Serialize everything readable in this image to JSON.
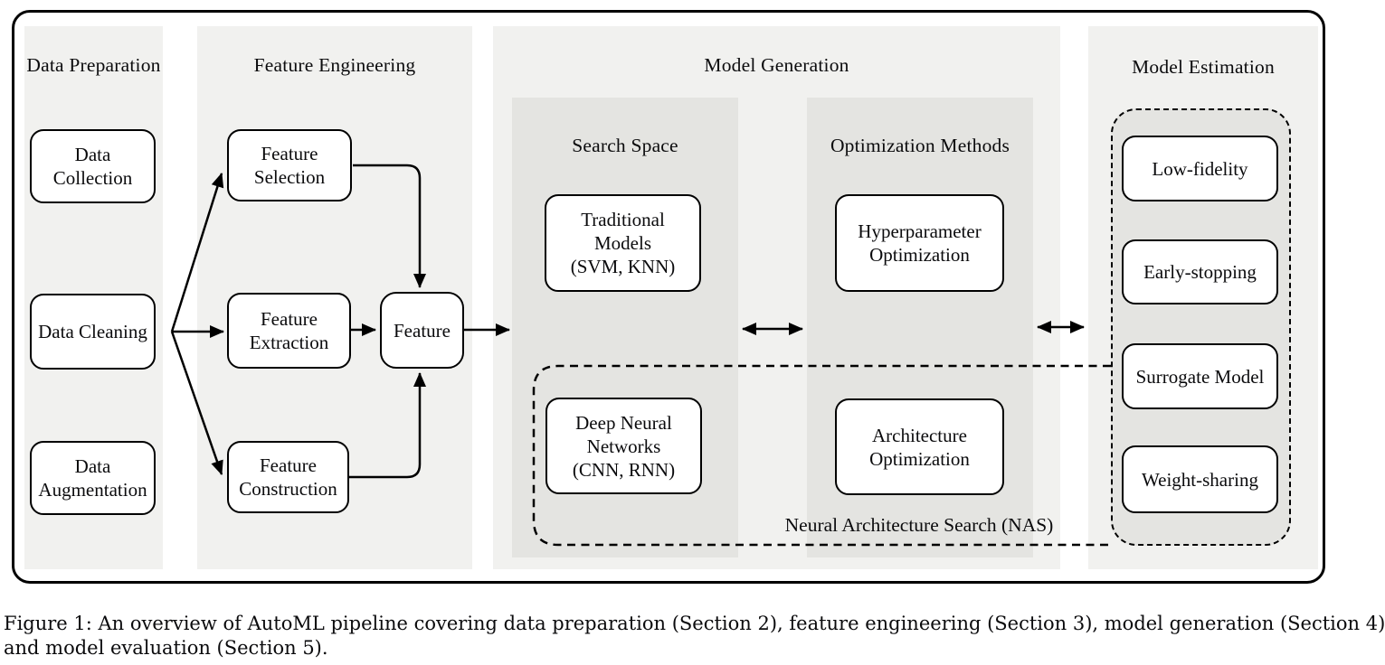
{
  "figure": {
    "caption_line1": "Figure 1: An overview of AutoML pipeline covering data preparation (Section 2), feature engineering (Section 3), model generation (Section 4)",
    "caption_line2": "and model evaluation (Section 5)."
  },
  "panels": {
    "data_preparation": {
      "title": "Data Preparation"
    },
    "feature_engineering": {
      "title": "Feature Engineering"
    },
    "model_generation": {
      "title": "Model Generation"
    },
    "model_estimation": {
      "title": "Model Estimation"
    }
  },
  "subpanels": {
    "search_space": {
      "title": "Search Space"
    },
    "optimization_methods": {
      "title": "Optimization Methods"
    }
  },
  "boxes": {
    "data_collection": "Data\nCollection",
    "data_cleaning": "Data Cleaning",
    "data_augmentation": "Data\nAugmentation",
    "feature_selection": "Feature\nSelection",
    "feature_extraction": "Feature\nExtraction",
    "feature_construction": "Feature\nConstruction",
    "feature": "Feature",
    "traditional_models": "Traditional\nModels\n(SVM, KNN)",
    "deep_neural_networks": "Deep Neural\nNetworks\n(CNN, RNN)",
    "hyperparameter_optimization": "Hyperparameter\nOptimization",
    "architecture_optimization": "Architecture\nOptimization",
    "low_fidelity": "Low-fidelity",
    "early_stopping": "Early-stopping",
    "surrogate_model": "Surrogate Model",
    "weight_sharing": "Weight-sharing"
  },
  "labels": {
    "nas": "Neural Architecture Search (NAS)"
  },
  "colors": {
    "panel_fill": "#f1f1ef",
    "subpanel_fill": "#e4e4e1",
    "box_fill": "#ffffff",
    "line": "#000000",
    "text": "#0b0b0d",
    "background": "#ffffff"
  }
}
